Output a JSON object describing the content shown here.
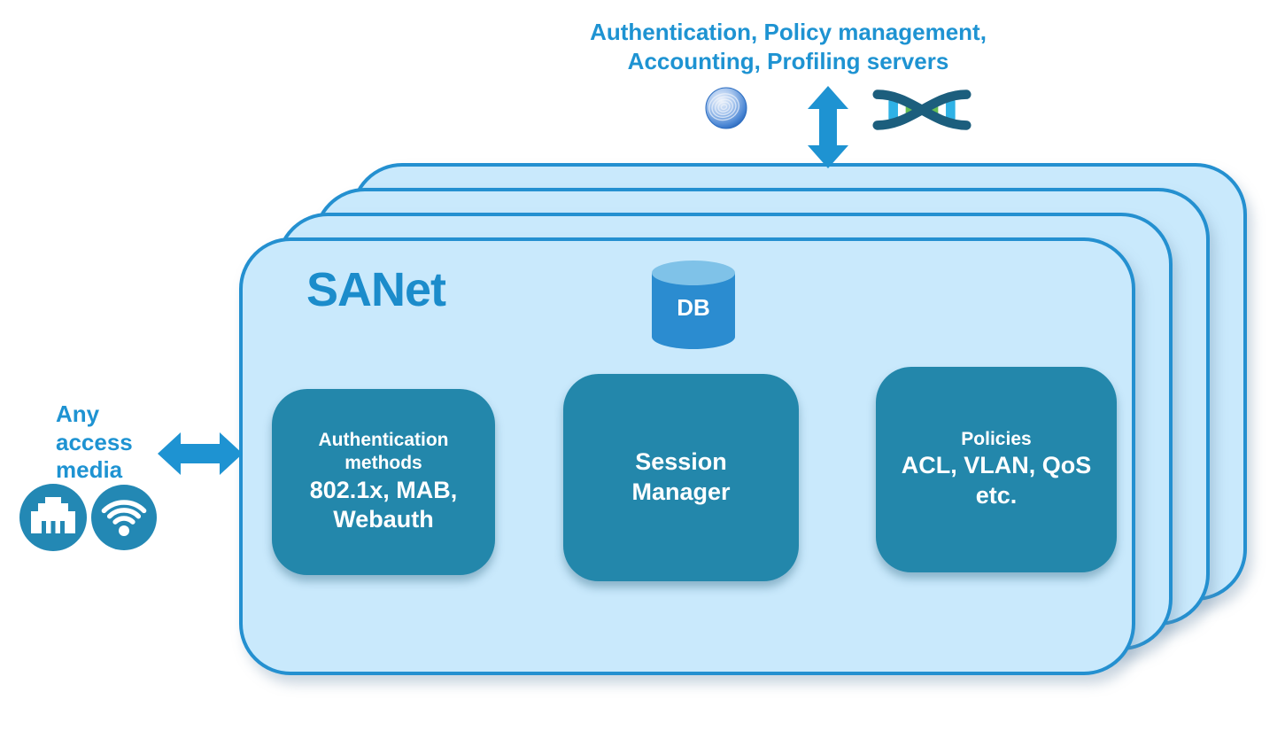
{
  "colors": {
    "accent_blue": "#1e93d2",
    "text_blue": "#1b8ccb",
    "card_fill": "#c9e9fc",
    "card_border": "#2490d0",
    "module_teal": "#2387ab",
    "circle_teal": "#2388b4",
    "db_body": "#2b8cd0",
    "db_top": "#7fc2e8",
    "dna_strand": "#1c5e7d",
    "dna_bar_blue": "#2fb2e6",
    "dna_bar_green": "#67bf53"
  },
  "top_label": "Authentication, Policy management,\nAccounting, Profiling servers",
  "left_label": "Any\naccess\nmedia",
  "platform": {
    "title": "SANet",
    "db_label": "DB",
    "layer_count": 4
  },
  "modules": [
    {
      "title": "Authentication\nmethods",
      "detail": "802.1x, MAB,\nWebauth"
    },
    {
      "title": "",
      "detail": "Session\nManager"
    },
    {
      "title": "Policies",
      "detail": "ACL, VLAN, QoS\netc."
    }
  ],
  "icons": {
    "globe": "fingerprint-globe",
    "dna": "dna-helix",
    "vertical_arrow": "bidirectional-vertical-arrow",
    "horizontal_arrow": "bidirectional-horizontal-arrow",
    "ethernet": "wired-port",
    "wifi": "wireless"
  }
}
